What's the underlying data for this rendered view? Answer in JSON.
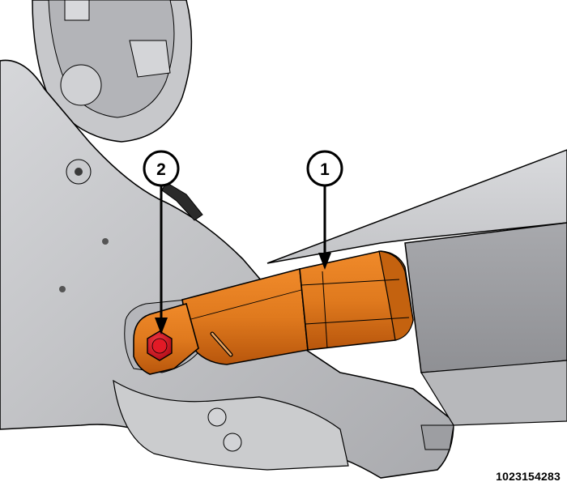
{
  "callouts": [
    {
      "id": "1",
      "label": "1"
    },
    {
      "id": "2",
      "label": "2"
    }
  ],
  "figure_id": "1023154283",
  "colors": {
    "component_highlight": "#e07a1e",
    "fastener_highlight": "#d8101e",
    "casting_gray": "#bfc0c3",
    "outline": "#000000"
  },
  "icons": [
    "callout-arrow-icon",
    "hex-bolt-icon"
  ]
}
